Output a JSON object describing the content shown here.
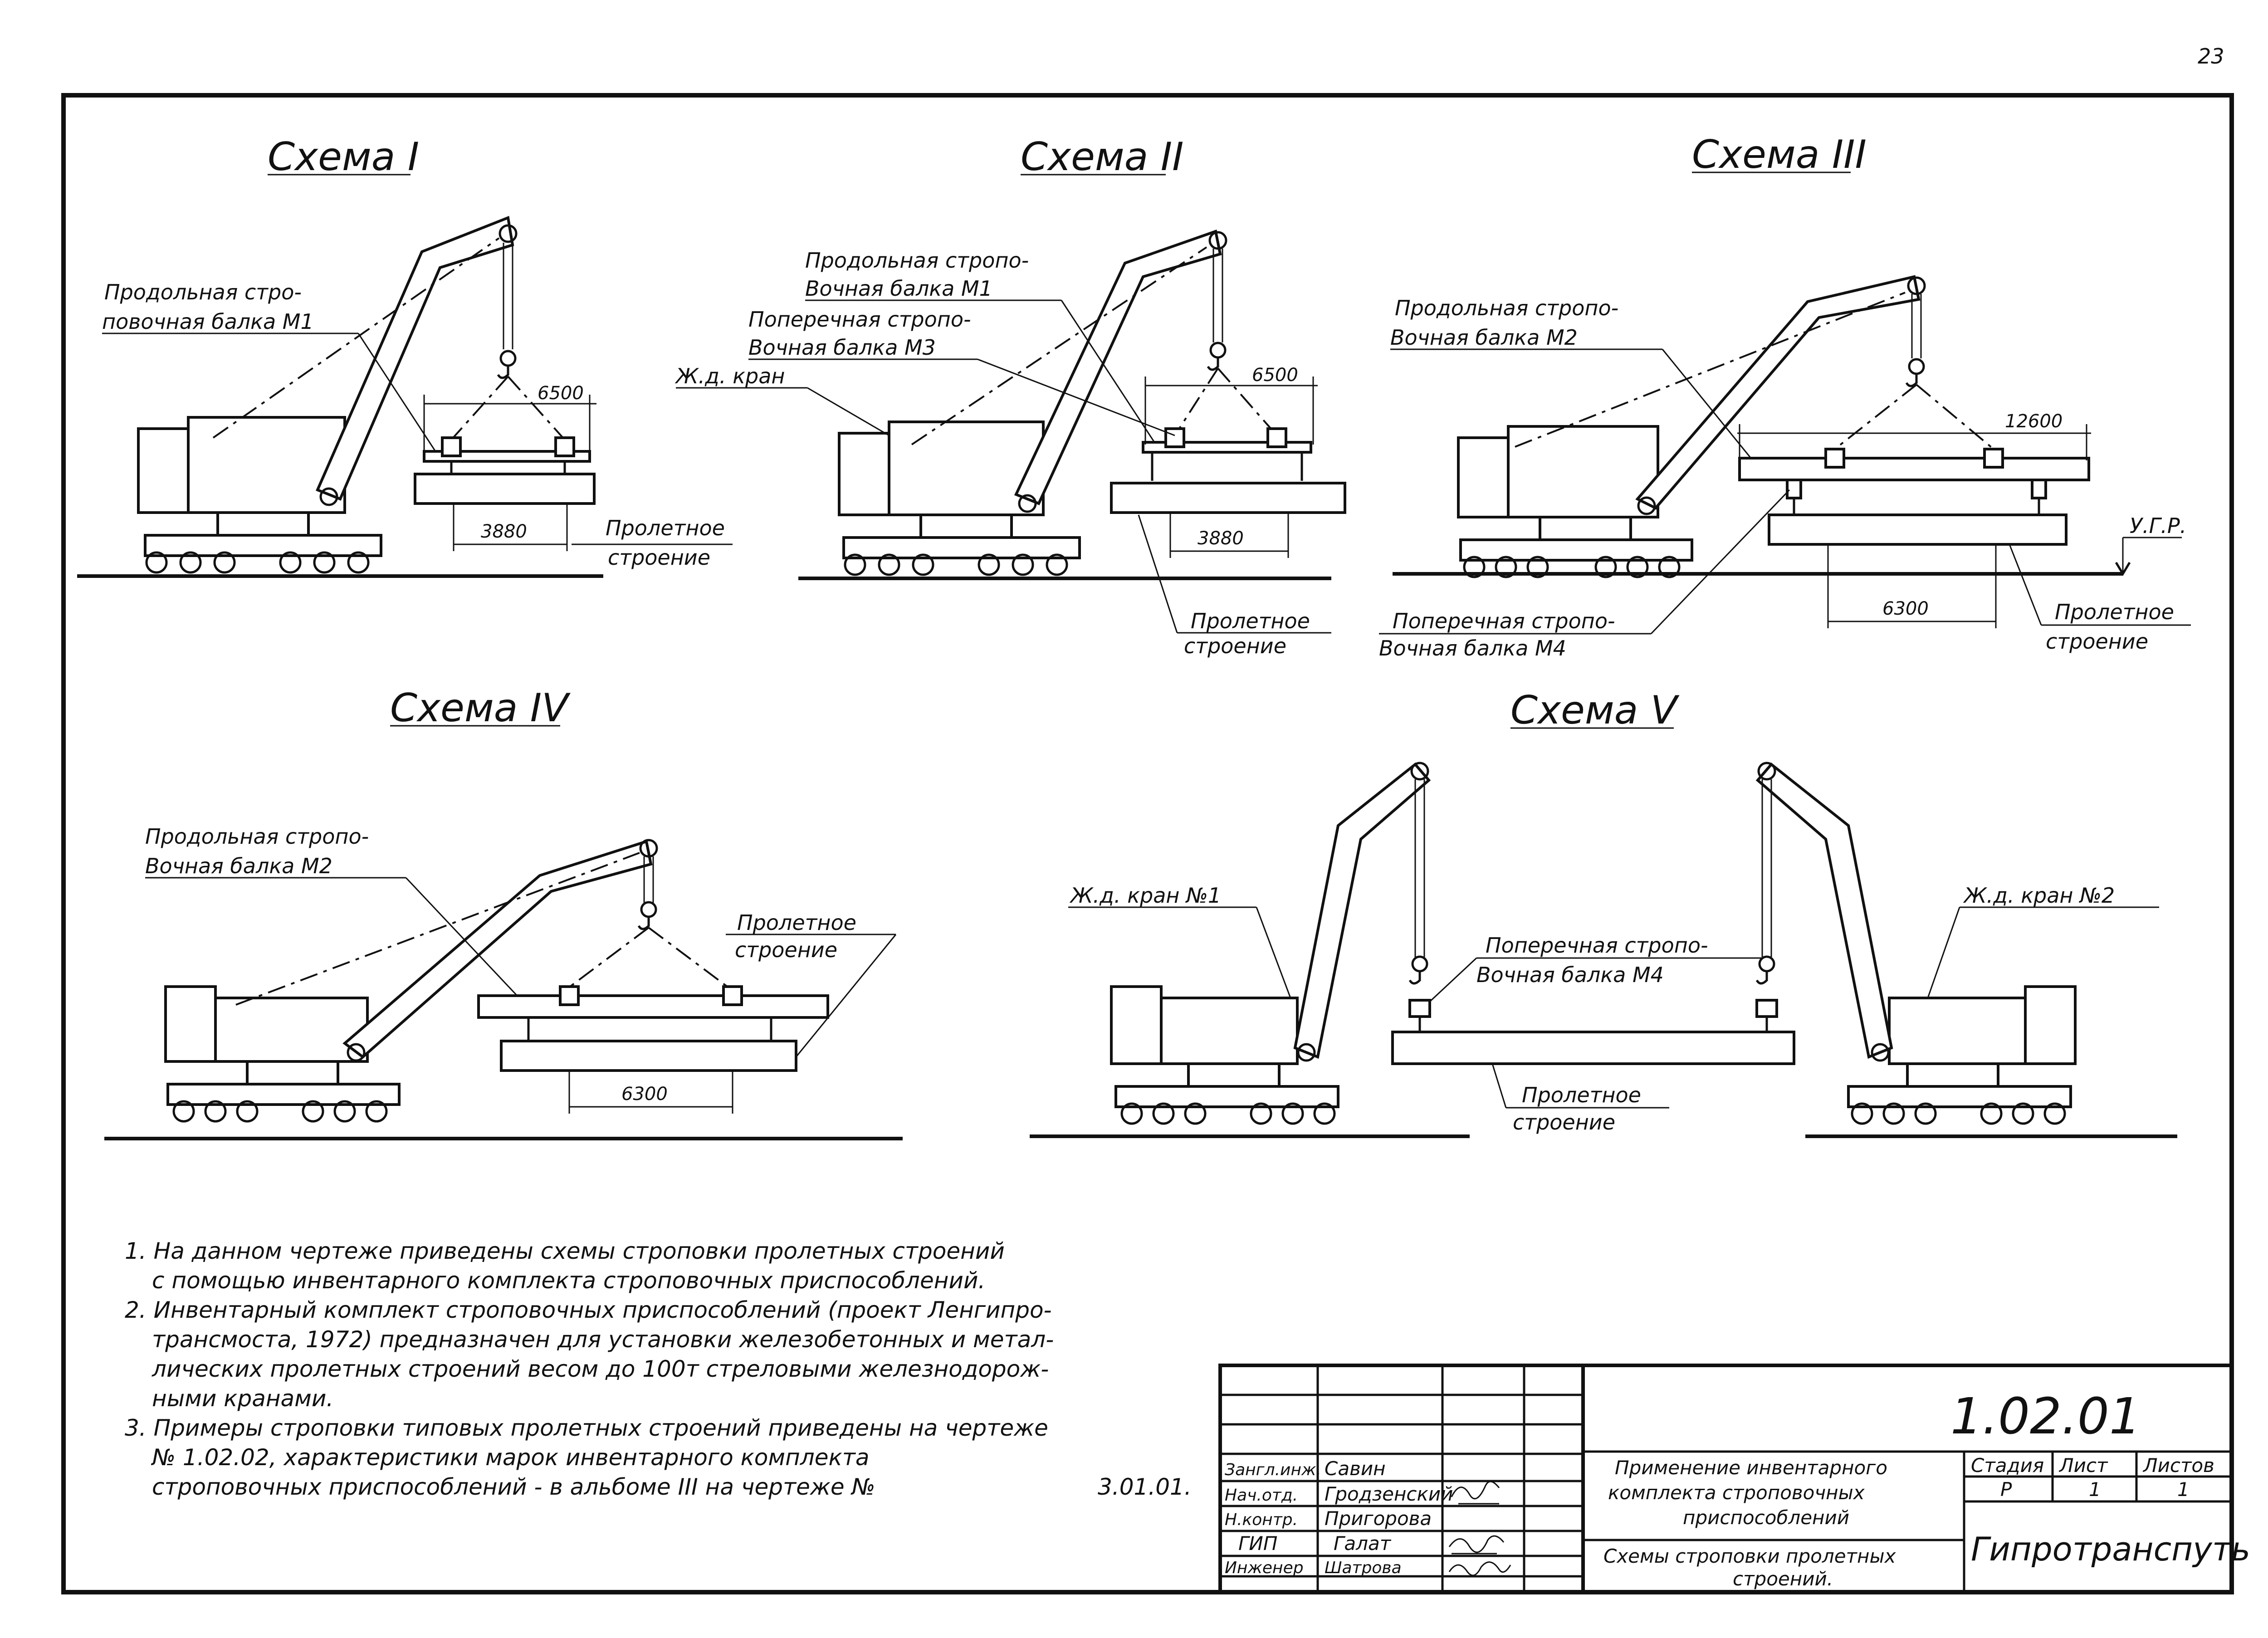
{
  "page_number": "23",
  "schemes": [
    {
      "title": "Схема I",
      "labels": [
        "Продольная стро-",
        "повочная балка М1",
        "Пролетное",
        "строение"
      ],
      "dims": [
        "6500",
        "3880"
      ]
    },
    {
      "title": "Схема II",
      "labels": [
        "Продольная стропо-",
        "Вочная балка М1",
        "Поперечная стропо-",
        "Вочная балка М3",
        "Ж.д. кран",
        "Пролетное",
        "строение"
      ],
      "dims": [
        "6500",
        "3880"
      ]
    },
    {
      "title": "Схема III",
      "labels": [
        "Продольная стропо-",
        "Вочная балка М2",
        "Поперечная стропо-",
        "Вочная балка М4",
        "Пролетное",
        "строение",
        "У.Г.Р."
      ],
      "dims": [
        "12600",
        "6300"
      ]
    },
    {
      "title": "Схема IV",
      "labels": [
        "Продольная стропо-",
        "Вочная балка М2",
        "Пролетное",
        "строение"
      ],
      "dims": [
        "6300"
      ]
    },
    {
      "title": "Схема V",
      "labels": [
        "Ж.д. кран №1",
        "Ж.д. кран №2",
        "Поперечная стропо-",
        "Вочная балка М4",
        "Пролетное",
        "строение"
      ],
      "dims": []
    }
  ],
  "notes": [
    "1. На данном чертеже приведены схемы строповки пролетных строений",
    "с помощью инвентарного комплекта строповочных приспособлений.",
    "2. Инвентарный комплект строповочных приспособлений (проект Ленгипро-",
    "трансмоста, 1972) предназначен для установки железобетонных и метал-",
    "лических пролетных строений весом до 100т стреловыми железнодорож-",
    "ными кранами.",
    "3. Примеры строповки типовых пролетных строений приведены на чертеже",
    "№            1.02.02, характеристики марок инвентарного комплекта",
    "строповочных приспособлений - в альбоме III на чертеже №",
    "3.01.01."
  ],
  "title_block": {
    "drawing_number": "1.02.01",
    "signatures": [
      {
        "role": "Зангл.инж.",
        "name": "Савин"
      },
      {
        "role": "Нач.отд.",
        "name": "Гродзенский"
      },
      {
        "role": "Н.контр.",
        "name": "Пригорова"
      },
      {
        "role": "ГИП",
        "name": "Галат"
      },
      {
        "role": "Инженер",
        "name": "Шатрова"
      }
    ],
    "subject": [
      "Применение инвентарного",
      "комплекта строповочных",
      "приспособлений"
    ],
    "sheet_title": [
      "Схемы строповки пролетных",
      "строений."
    ],
    "headers": {
      "stage": "Стадия",
      "sheet": "Лист",
      "sheets": "Листов"
    },
    "values": {
      "stage": "Р",
      "sheet": "1",
      "sheets": "1"
    },
    "organization": "Гипротранспуть"
  }
}
